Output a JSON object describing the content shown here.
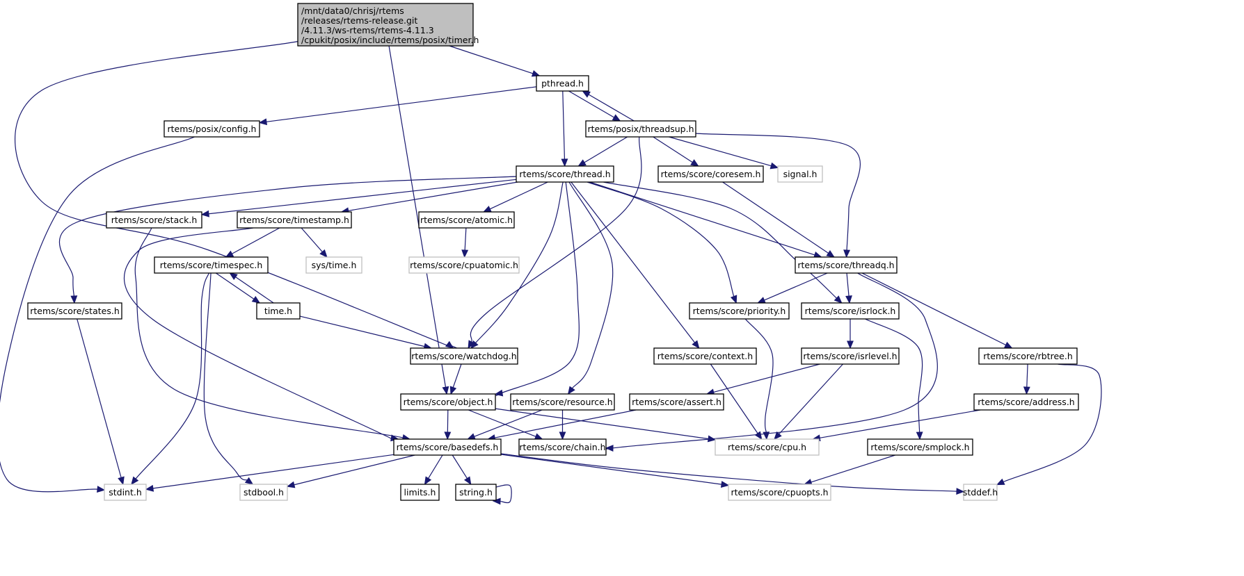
{
  "colors": {
    "edge": "#191970",
    "root_fill": "#bfbfbf",
    "local_border": "#000000",
    "external_border": "#bfbfbf"
  },
  "nodes": [
    {
      "id": "timer",
      "kind": "root",
      "lines": [
        "/mnt/data0/chrisj/rtems",
        "/releases/rtems-release.git",
        "/4.11.3/ws-rtems/rtems-4.11.3",
        "/cpukit/posix/include/rtems/posix/timer.h"
      ]
    },
    {
      "id": "pthread",
      "kind": "local",
      "lines": [
        "pthread.h"
      ]
    },
    {
      "id": "posix_config",
      "kind": "local",
      "lines": [
        "rtems/posix/config.h"
      ]
    },
    {
      "id": "threadsup",
      "kind": "local",
      "lines": [
        "rtems/posix/threadsup.h"
      ]
    },
    {
      "id": "thread",
      "kind": "local",
      "lines": [
        "rtems/score/thread.h"
      ]
    },
    {
      "id": "coresem",
      "kind": "local",
      "lines": [
        "rtems/score/coresem.h"
      ]
    },
    {
      "id": "signal",
      "kind": "ext",
      "lines": [
        "signal.h"
      ]
    },
    {
      "id": "stack",
      "kind": "local",
      "lines": [
        "rtems/score/stack.h"
      ]
    },
    {
      "id": "timestamp",
      "kind": "local",
      "lines": [
        "rtems/score/timestamp.h"
      ]
    },
    {
      "id": "atomic",
      "kind": "local",
      "lines": [
        "rtems/score/atomic.h"
      ]
    },
    {
      "id": "timespec",
      "kind": "local",
      "lines": [
        "rtems/score/timespec.h"
      ]
    },
    {
      "id": "systime",
      "kind": "ext",
      "lines": [
        "sys/time.h"
      ]
    },
    {
      "id": "cpuatomic",
      "kind": "ext",
      "lines": [
        "rtems/score/cpuatomic.h"
      ]
    },
    {
      "id": "threadq",
      "kind": "local",
      "lines": [
        "rtems/score/threadq.h"
      ]
    },
    {
      "id": "states",
      "kind": "local",
      "lines": [
        "rtems/score/states.h"
      ]
    },
    {
      "id": "time",
      "kind": "local",
      "lines": [
        "time.h"
      ]
    },
    {
      "id": "priority",
      "kind": "local",
      "lines": [
        "rtems/score/priority.h"
      ]
    },
    {
      "id": "isrlock",
      "kind": "local",
      "lines": [
        "rtems/score/isrlock.h"
      ]
    },
    {
      "id": "watchdog",
      "kind": "local",
      "lines": [
        "rtems/score/watchdog.h"
      ]
    },
    {
      "id": "context",
      "kind": "local",
      "lines": [
        "rtems/score/context.h"
      ]
    },
    {
      "id": "isrlevel",
      "kind": "local",
      "lines": [
        "rtems/score/isrlevel.h"
      ]
    },
    {
      "id": "rbtree",
      "kind": "local",
      "lines": [
        "rtems/score/rbtree.h"
      ]
    },
    {
      "id": "object",
      "kind": "local",
      "lines": [
        "rtems/score/object.h"
      ]
    },
    {
      "id": "resource",
      "kind": "local",
      "lines": [
        "rtems/score/resource.h"
      ]
    },
    {
      "id": "assert",
      "kind": "local",
      "lines": [
        "rtems/score/assert.h"
      ]
    },
    {
      "id": "address",
      "kind": "local",
      "lines": [
        "rtems/score/address.h"
      ]
    },
    {
      "id": "basedefs",
      "kind": "local",
      "lines": [
        "rtems/score/basedefs.h"
      ]
    },
    {
      "id": "chain",
      "kind": "local",
      "lines": [
        "rtems/score/chain.h"
      ]
    },
    {
      "id": "cpu",
      "kind": "ext",
      "lines": [
        "rtems/score/cpu.h"
      ]
    },
    {
      "id": "smplock",
      "kind": "local",
      "lines": [
        "rtems/score/smplock.h"
      ]
    },
    {
      "id": "stdint",
      "kind": "ext",
      "lines": [
        "stdint.h"
      ]
    },
    {
      "id": "stdbool",
      "kind": "ext",
      "lines": [
        "stdbool.h"
      ]
    },
    {
      "id": "limits",
      "kind": "local",
      "lines": [
        "limits.h"
      ]
    },
    {
      "id": "string",
      "kind": "local",
      "lines": [
        "string.h"
      ]
    },
    {
      "id": "cpuopts",
      "kind": "ext",
      "lines": [
        "rtems/score/cpuopts.h"
      ]
    },
    {
      "id": "stddef",
      "kind": "ext",
      "lines": [
        "stddef.h"
      ]
    }
  ],
  "edges": [
    [
      "timer",
      "pthread"
    ],
    [
      "timer",
      "watchdog"
    ],
    [
      "timer",
      "object"
    ],
    [
      "pthread",
      "posix_config"
    ],
    [
      "pthread",
      "threadsup"
    ],
    [
      "pthread",
      "thread"
    ],
    [
      "threadsup",
      "pthread"
    ],
    [
      "threadsup",
      "thread"
    ],
    [
      "threadsup",
      "coresem"
    ],
    [
      "threadsup",
      "signal"
    ],
    [
      "threadsup",
      "threadq"
    ],
    [
      "threadsup",
      "watchdog"
    ],
    [
      "posix_config",
      "stdint"
    ],
    [
      "thread",
      "stack"
    ],
    [
      "thread",
      "timestamp"
    ],
    [
      "thread",
      "atomic"
    ],
    [
      "thread",
      "states"
    ],
    [
      "thread",
      "threadq"
    ],
    [
      "thread",
      "priority"
    ],
    [
      "thread",
      "isrlock"
    ],
    [
      "thread",
      "watchdog"
    ],
    [
      "thread",
      "object"
    ],
    [
      "thread",
      "context"
    ],
    [
      "thread",
      "resource"
    ],
    [
      "coresem",
      "threadq"
    ],
    [
      "stack",
      "basedefs"
    ],
    [
      "timestamp",
      "timespec"
    ],
    [
      "timestamp",
      "systime"
    ],
    [
      "timestamp",
      "basedefs"
    ],
    [
      "atomic",
      "cpuatomic"
    ],
    [
      "timespec",
      "time"
    ],
    [
      "timespec",
      "stdint"
    ],
    [
      "timespec",
      "stdbool"
    ],
    [
      "time",
      "timespec"
    ],
    [
      "time",
      "watchdog"
    ],
    [
      "states",
      "stdint"
    ],
    [
      "threadq",
      "priority"
    ],
    [
      "threadq",
      "isrlock"
    ],
    [
      "threadq",
      "rbtree"
    ],
    [
      "threadq",
      "chain"
    ],
    [
      "priority",
      "cpu"
    ],
    [
      "isrlock",
      "isrlevel"
    ],
    [
      "isrlock",
      "smplock"
    ],
    [
      "isrlevel",
      "assert"
    ],
    [
      "isrlevel",
      "cpu"
    ],
    [
      "context",
      "cpu"
    ],
    [
      "rbtree",
      "address"
    ],
    [
      "rbtree",
      "stddef"
    ],
    [
      "address",
      "cpu"
    ],
    [
      "watchdog",
      "object"
    ],
    [
      "object",
      "basedefs"
    ],
    [
      "object",
      "chain"
    ],
    [
      "object",
      "cpu"
    ],
    [
      "resource",
      "basedefs"
    ],
    [
      "resource",
      "chain"
    ],
    [
      "assert",
      "basedefs"
    ],
    [
      "smplock",
      "cpuopts"
    ],
    [
      "basedefs",
      "stdint"
    ],
    [
      "basedefs",
      "stdbool"
    ],
    [
      "basedefs",
      "limits"
    ],
    [
      "basedefs",
      "string"
    ],
    [
      "basedefs",
      "cpuopts"
    ],
    [
      "basedefs",
      "stddef"
    ],
    [
      "string",
      "string"
    ]
  ]
}
